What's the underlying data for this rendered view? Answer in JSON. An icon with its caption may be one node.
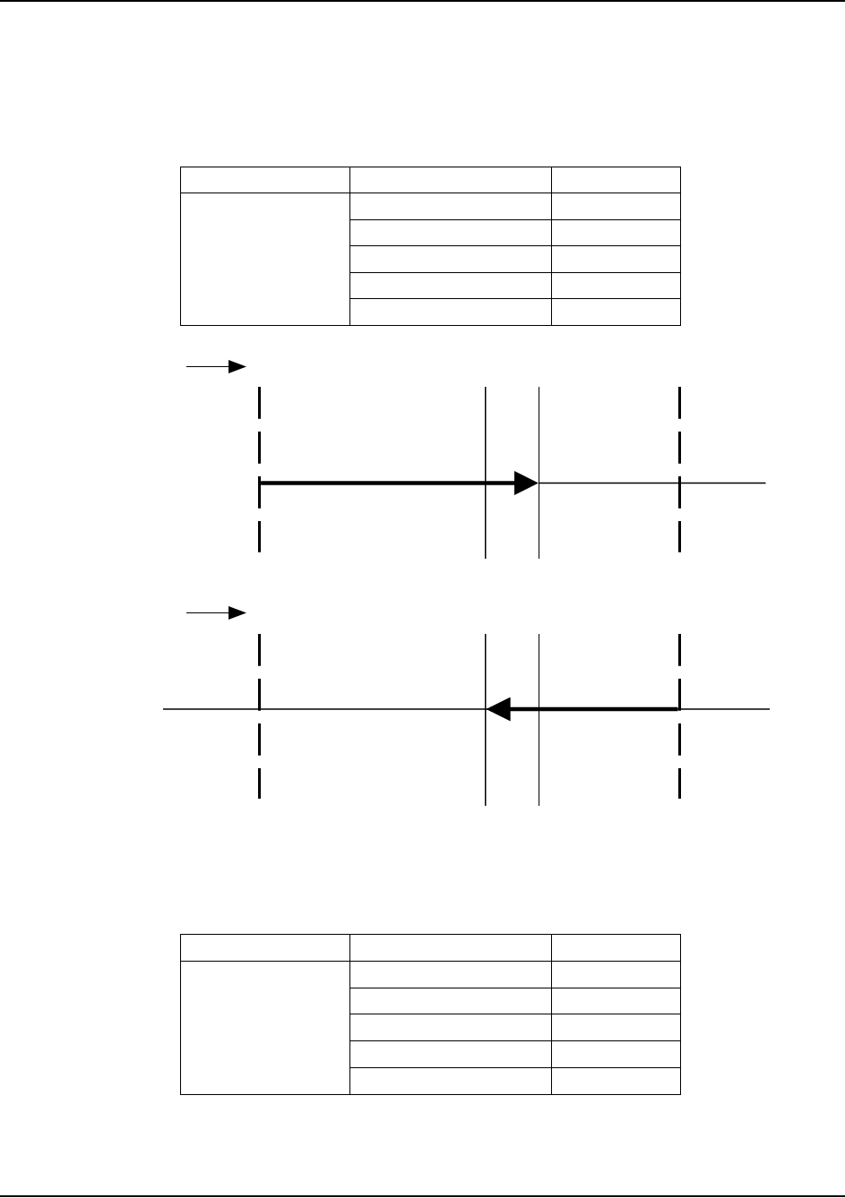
{
  "diagram": {
    "nodes": [
      {
        "text": [],
        "shape": "line"
      },
      {
        "text": [],
        "shape": "line"
      },
      {
        "text": [],
        "shape": "line"
      },
      {
        "text": [],
        "shape": "line"
      },
      {
        "text": [],
        "shape": "line"
      },
      {
        "text": [],
        "shape": "line"
      },
      {
        "text": [],
        "shape": "line"
      },
      {
        "text": [],
        "shape": "line"
      }
    ],
    "edges": [
      {
        "from": 0,
        "to": 2,
        "arrow": "to"
      },
      {
        "from": 7,
        "to": 5,
        "arrow": "to"
      }
    ]
  }
}
